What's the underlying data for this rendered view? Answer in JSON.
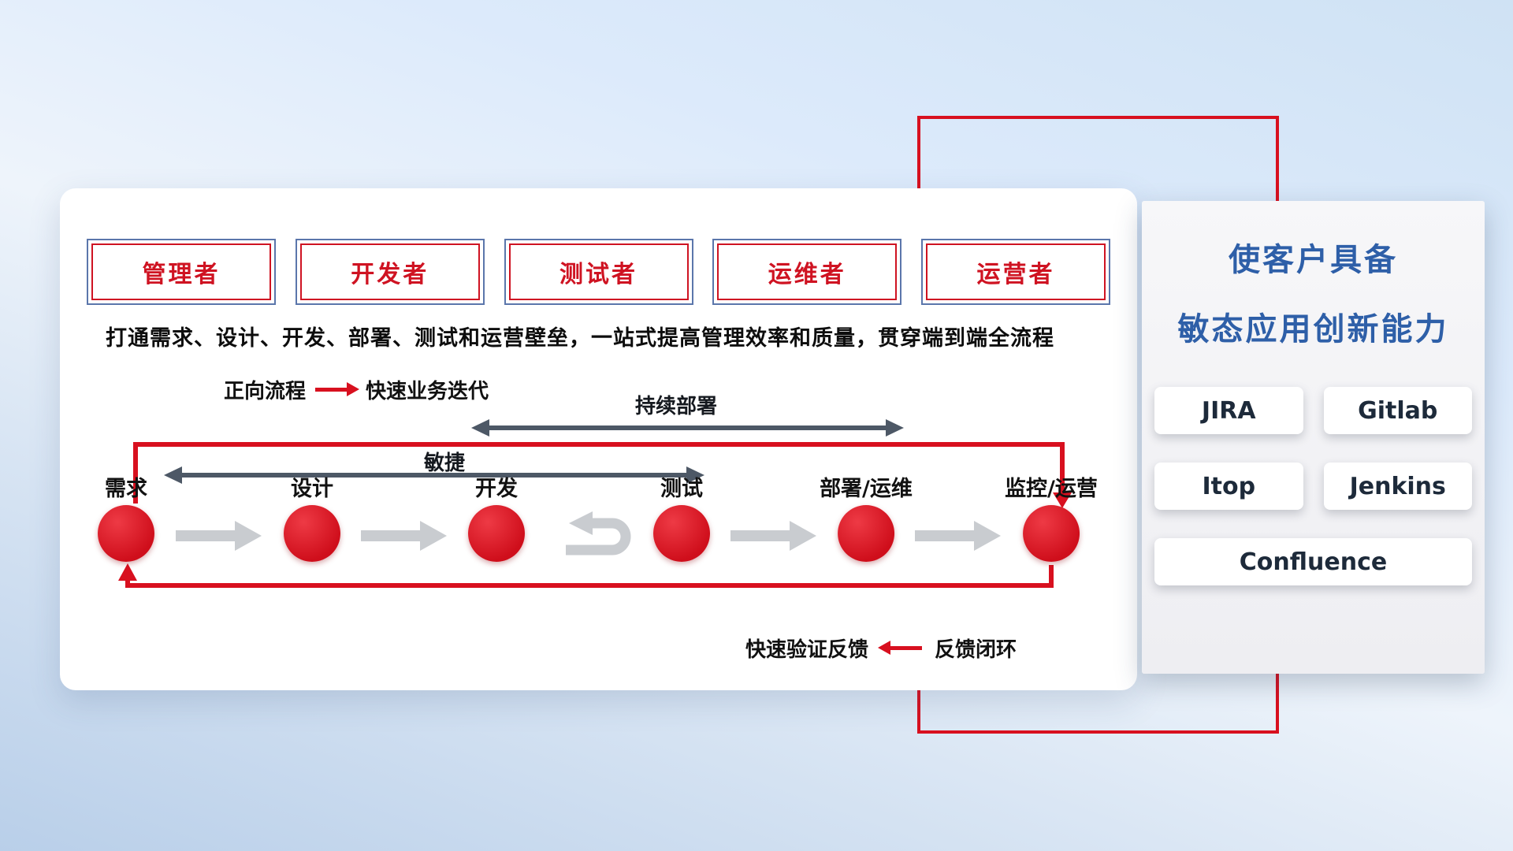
{
  "main_card": {
    "roles": [
      {
        "label": "管理者"
      },
      {
        "label": "开发者"
      },
      {
        "label": "测试者"
      },
      {
        "label": "运维者"
      },
      {
        "label": "运营者"
      }
    ],
    "subtitle": "打通需求、设计、开发、部署、测试和运营壁垒，一站式提高管理效率和质量，贯穿端到端全流程",
    "legend_forward": {
      "label": "正向流程",
      "desc": "快速业务迭代"
    },
    "arrow_deploy_label": "持续部署",
    "arrow_agile_label": "敏捷",
    "nodes": [
      {
        "label": "需求"
      },
      {
        "label": "设计"
      },
      {
        "label": "开发"
      },
      {
        "label": "测试"
      },
      {
        "label": "部署/运维"
      },
      {
        "label": "监控/运营"
      }
    ],
    "legend_feedback": {
      "label": "快速验证反馈",
      "desc": "反馈闭环"
    }
  },
  "right_panel": {
    "title_line1": "使客户具备",
    "title_line2": "敏态应用创新能力",
    "tools": [
      {
        "label": "JIRA"
      },
      {
        "label": "Gitlab"
      },
      {
        "label": "Itop"
      },
      {
        "label": "Jenkins"
      },
      {
        "label": "Confluence"
      }
    ]
  },
  "colors": {
    "accent_red": "#d8101f",
    "dark_arrow": "#4d5866",
    "gray_arrow": "#c9ccd0",
    "title_blue": "#2e5fa8"
  }
}
